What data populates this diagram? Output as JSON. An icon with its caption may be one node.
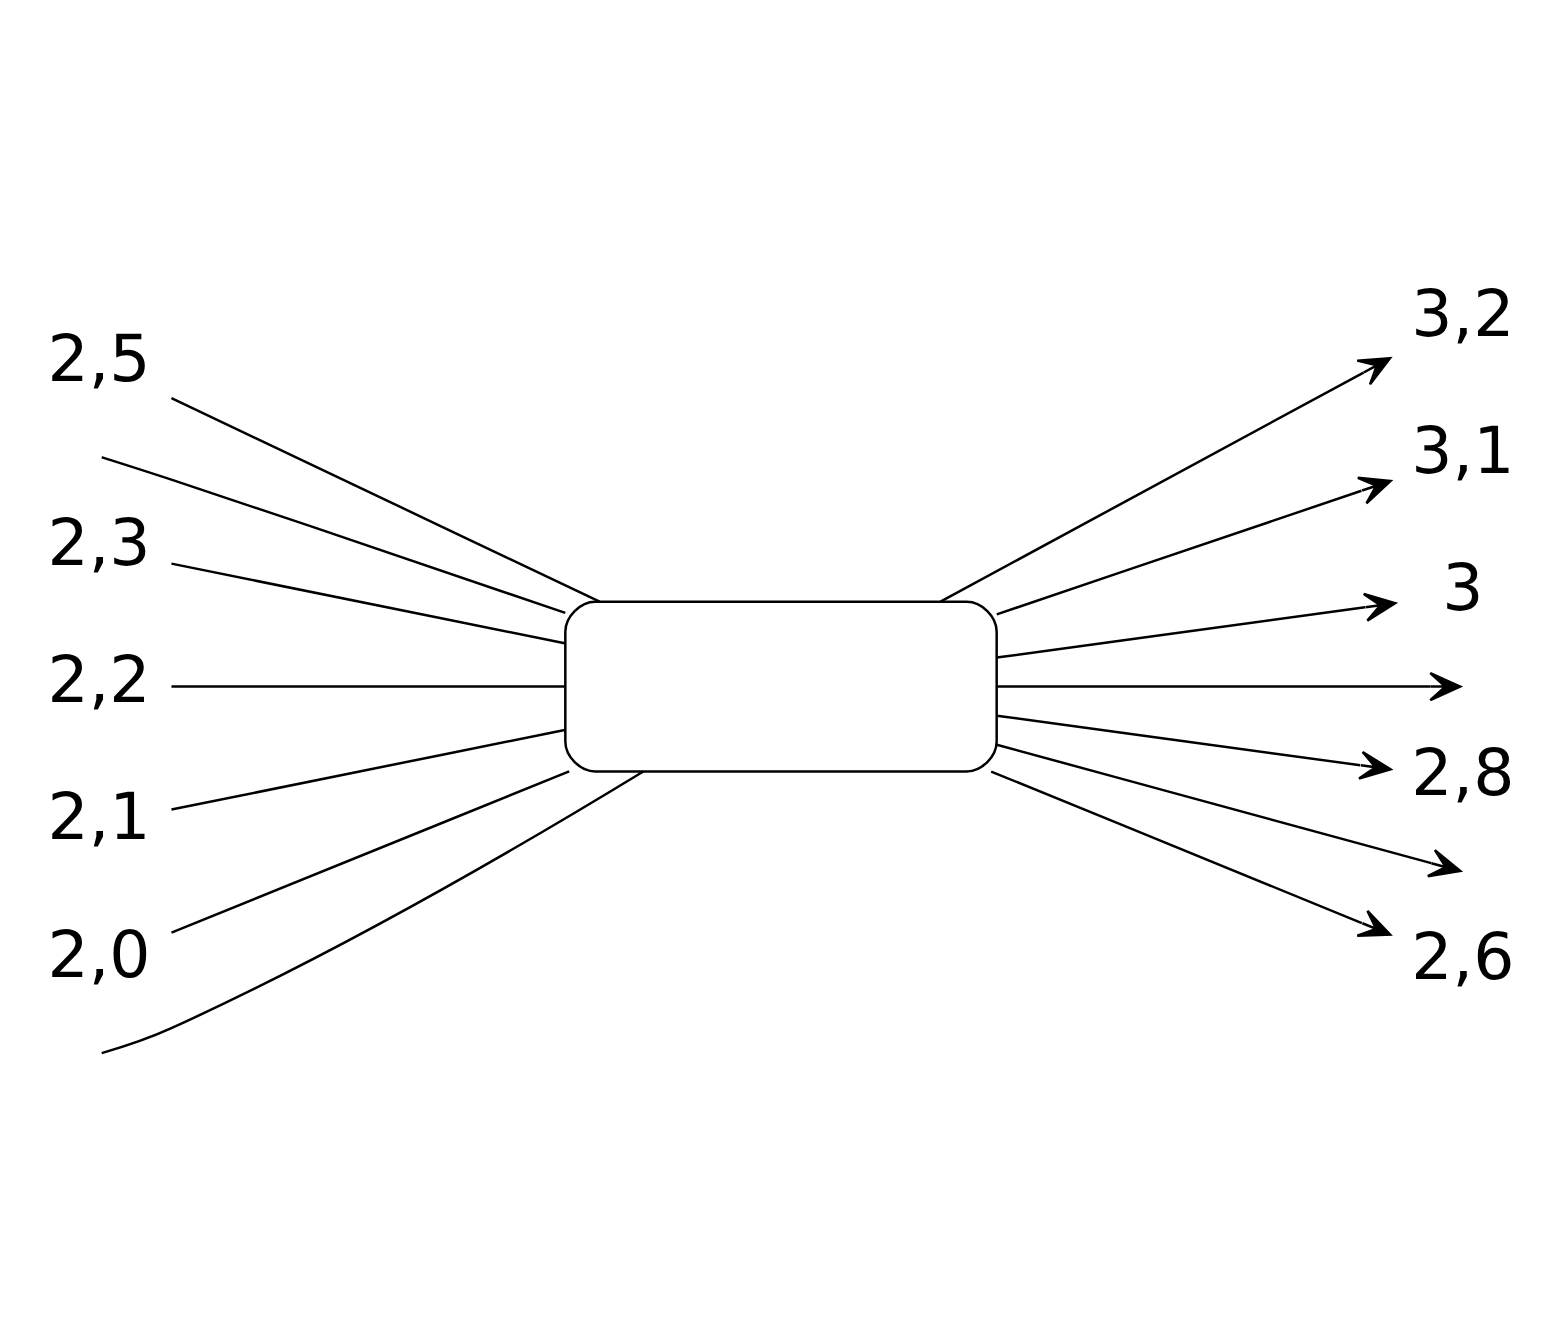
{
  "diagram": {
    "nodes": [
      {
        "text": [
          "2,5"
        ]
      },
      {
        "text": [
          "2,3"
        ]
      },
      {
        "text": [
          "2,2"
        ]
      },
      {
        "text": [
          "2,1"
        ]
      },
      {
        "text": [
          "2,0"
        ]
      },
      {
        "text": [],
        "shape": "box"
      },
      {
        "text": [
          "3,2"
        ]
      },
      {
        "text": [
          "3,1"
        ]
      },
      {
        "text": [
          "3"
        ]
      },
      {
        "text": [
          "2,8"
        ]
      },
      {
        "text": [
          "2,6"
        ]
      }
    ],
    "edges": [
      {
        "from": 0,
        "to": 5,
        "arrow": "none"
      },
      {
        "from": null,
        "to": 5,
        "arrow": "none"
      },
      {
        "from": 1,
        "to": 5,
        "arrow": "none"
      },
      {
        "from": 2,
        "to": 5,
        "arrow": "none"
      },
      {
        "from": 3,
        "to": 5,
        "arrow": "none"
      },
      {
        "from": 4,
        "to": 5,
        "arrow": "none"
      },
      {
        "from": null,
        "to": 5,
        "arrow": "none"
      },
      {
        "from": 5,
        "to": 6,
        "arrow": "to"
      },
      {
        "from": 5,
        "to": 7,
        "arrow": "to"
      },
      {
        "from": 5,
        "to": 8,
        "arrow": "to"
      },
      {
        "from": 5,
        "to": null,
        "arrow": "to"
      },
      {
        "from": 5,
        "to": 9,
        "arrow": "to"
      },
      {
        "from": 5,
        "to": null,
        "arrow": "to"
      },
      {
        "from": 5,
        "to": 10,
        "arrow": "to"
      }
    ]
  }
}
